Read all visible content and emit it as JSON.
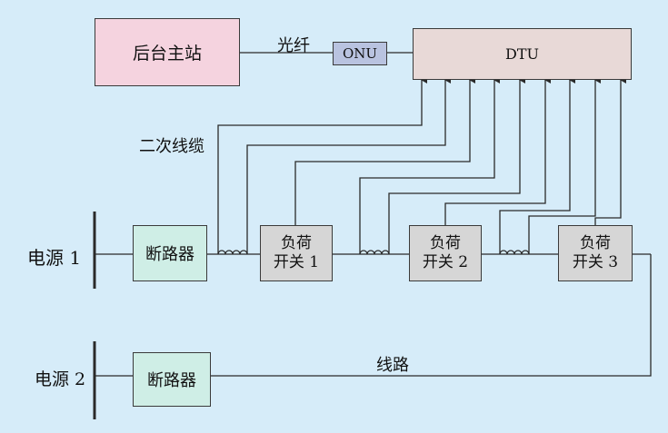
{
  "colors": {
    "background": "#d6ecf9",
    "master_fill": "#f5d3df",
    "onu_fill": "#b9c3e0",
    "dtu_fill": "#e8d9d7",
    "breaker_fill": "#cfeee6",
    "switch_fill": "#d6d6d6",
    "line": "#2a2a2a"
  },
  "master_station": "后台主站",
  "fiber_label": "光纤",
  "onu": "ONU",
  "dtu": "DTU",
  "secondary_cable_label": "二次线缆",
  "source1": {
    "label": "电源 1",
    "breaker": "断路器"
  },
  "source2": {
    "label": "电源 2",
    "breaker": "断路器"
  },
  "switches": [
    {
      "line1": "负荷",
      "line2": "开关 1"
    },
    {
      "line1": "负荷",
      "line2": "开关 2"
    },
    {
      "line1": "负荷",
      "line2": "开关 3"
    }
  ],
  "line_label": "线路"
}
